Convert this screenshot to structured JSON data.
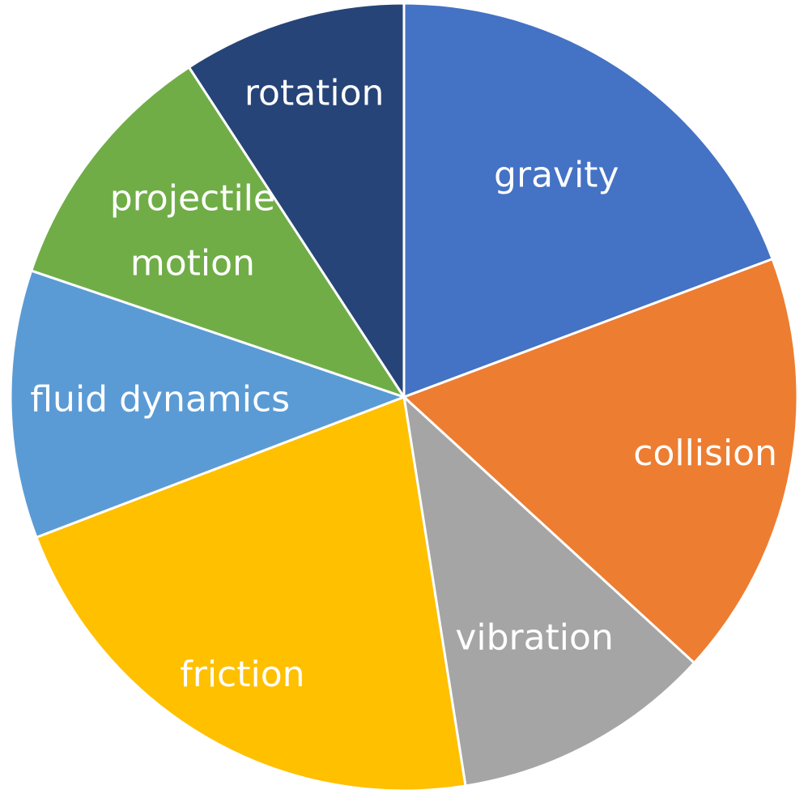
{
  "chart_data": {
    "type": "pie",
    "title": "",
    "categories": [
      "gravity",
      "collision",
      "vibration",
      "friction",
      "fluid dynamics",
      "projectile motion",
      "rotation"
    ],
    "values": [
      19.3,
      17.5,
      10.7,
      21.7,
      11.0,
      10.6,
      9.2
    ],
    "labels": [
      [
        "gravity"
      ],
      [
        "collision"
      ],
      [
        "vibration"
      ],
      [
        "friction"
      ],
      [
        "fluid dynamics"
      ],
      [
        "projectile",
        "motion"
      ],
      [
        "rotation"
      ]
    ],
    "colors": [
      "#4472C4",
      "#ED7D31",
      "#A5A5A5",
      "#FFC000",
      "#5B9BD5",
      "#70AD47",
      "#264478"
    ],
    "start_angle": "12 o'clock",
    "direction": "clockwise",
    "legend": "none"
  }
}
